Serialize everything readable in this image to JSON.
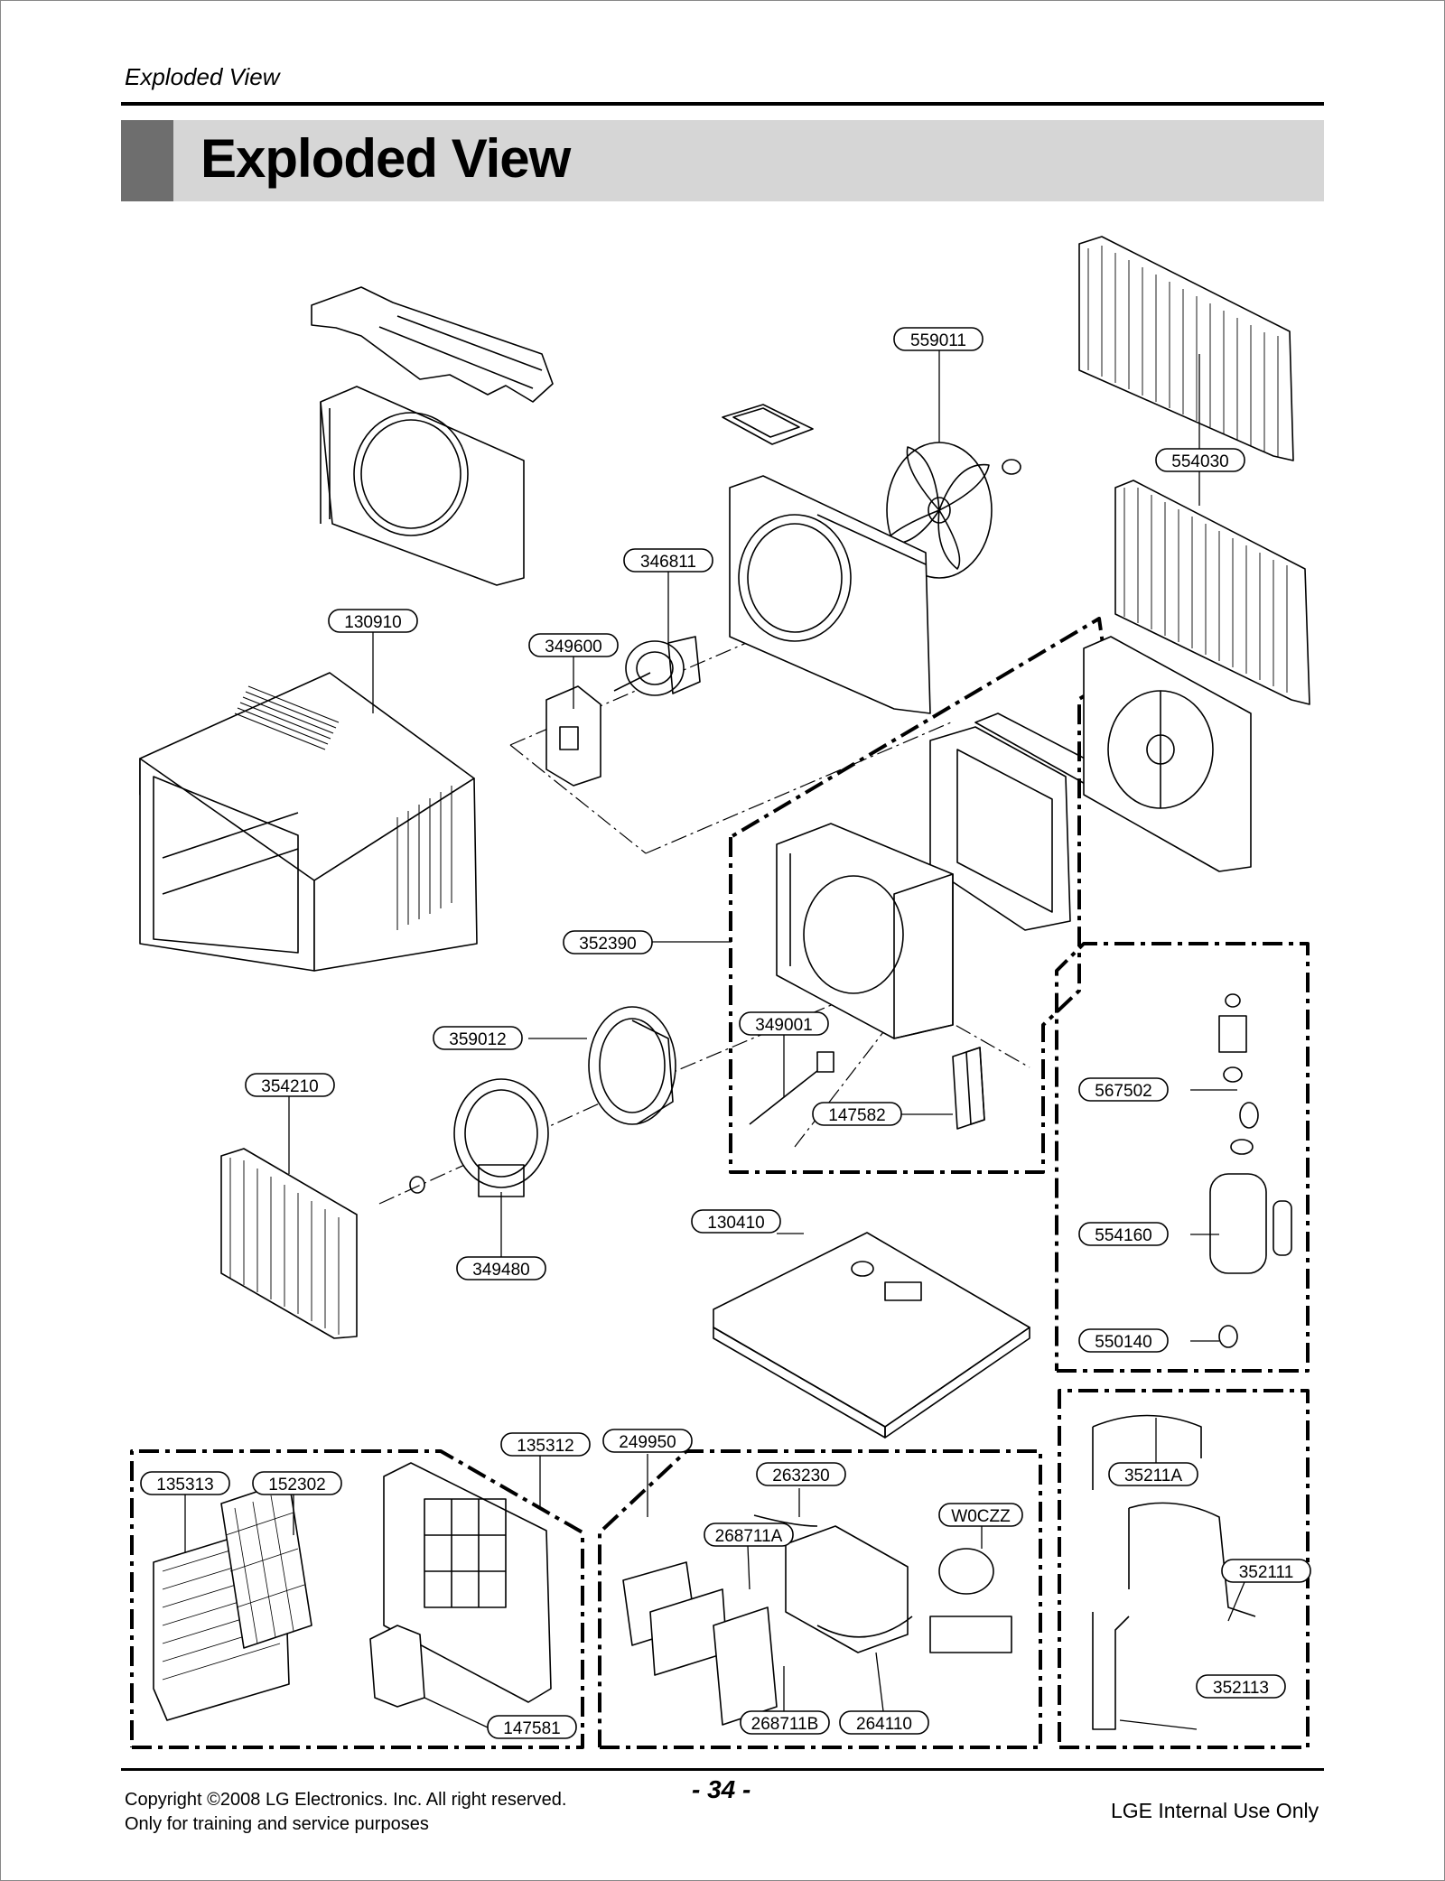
{
  "header": {
    "running_title": "Exploded View",
    "section_title": "Exploded View"
  },
  "part_labels": [
    "559011",
    "554030",
    "346811",
    "130910",
    "349600",
    "352390",
    "349001",
    "359012",
    "354210",
    "147582",
    "567502",
    "554160",
    "550140",
    "130410",
    "349480",
    "135312",
    "249950",
    "135313",
    "152302",
    "263230",
    "W0CZZ",
    "268711A",
    "35211A",
    "352111",
    "352113",
    "147581",
    "268711B",
    "264110"
  ],
  "footer": {
    "copyright": "Copyright ©2008 LG Electronics. Inc. All right reserved.",
    "purpose": "Only for training and service purposes",
    "page_number": "- 34 -",
    "internal_use": "LGE Internal Use Only"
  }
}
